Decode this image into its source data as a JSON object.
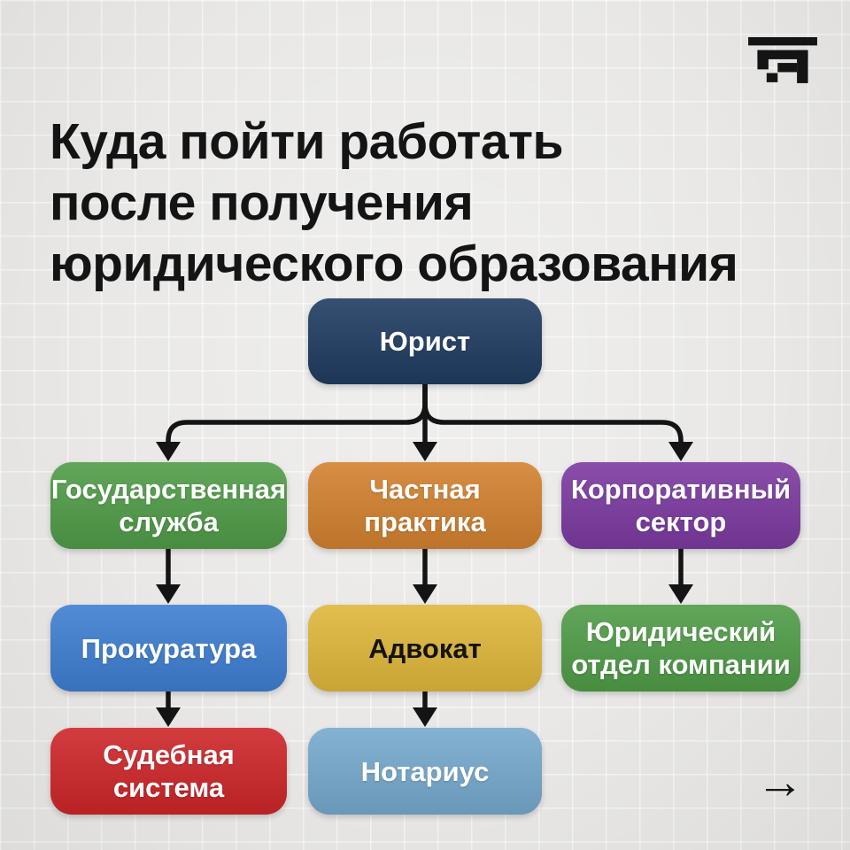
{
  "header": {
    "title": "Куда пойти работать\nпосле получения\nюридического образования"
  },
  "brand": {
    "logo": "brand-logo-mark"
  },
  "diagram": {
    "type": "flowchart",
    "nodes": [
      {
        "id": "jurist",
        "label": "Юрист",
        "color": "#203c61",
        "text_color": "#ffffff"
      },
      {
        "id": "gos-sluzhba",
        "label": "Государственная\nслужба",
        "color": "#4f9c47",
        "text_color": "#ffffff"
      },
      {
        "id": "chastnaya-praktika",
        "label": "Частная\nпрактика",
        "color": "#d2812f",
        "text_color": "#ffffff"
      },
      {
        "id": "korporativny-sektor",
        "label": "Корпоративный\nсектор",
        "color": "#7b3aa0",
        "text_color": "#ffffff"
      },
      {
        "id": "prokuratura",
        "label": "Прокуратура",
        "color": "#3e7ed1",
        "text_color": "#ffffff"
      },
      {
        "id": "advokat",
        "label": "Адвокат",
        "color": "#dfb73c",
        "text_color": "#141414"
      },
      {
        "id": "jur-otdel",
        "label": "Юридический\nотдел компании",
        "color": "#4f9c47",
        "text_color": "#ffffff"
      },
      {
        "id": "sudebnaya-sistema",
        "label": "Судебная\nсистема",
        "color": "#ce2629",
        "text_color": "#ffffff"
      },
      {
        "id": "notarius",
        "label": "Нотариус",
        "color": "#76a9cd",
        "text_color": "#ffffff"
      }
    ],
    "edges": [
      [
        "jurist",
        "gos-sluzhba"
      ],
      [
        "jurist",
        "chastnaya-praktika"
      ],
      [
        "jurist",
        "korporativny-sektor"
      ],
      [
        "gos-sluzhba",
        "prokuratura"
      ],
      [
        "chastnaya-praktika",
        "advokat"
      ],
      [
        "korporativny-sektor",
        "jur-otdel"
      ],
      [
        "prokuratura",
        "sudebnaya-sistema"
      ],
      [
        "advokat",
        "notarius"
      ]
    ]
  },
  "footer": {
    "next_arrow": "→"
  },
  "colors": {
    "background": "#e9e8e6",
    "line": "#141414",
    "title_text": "#141414"
  }
}
